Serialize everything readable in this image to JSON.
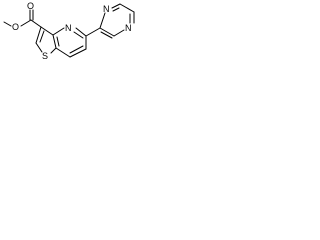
{
  "molecule": {
    "atoms": {
      "carbonyl_oxygen": "O",
      "ester_oxygen": "O",
      "thiophene_sulfur": "S",
      "pyridine_nitrogen": "N",
      "pyrazine_nitrogen_1": "N",
      "pyrazine_nitrogen_2": "N"
    },
    "colors": {
      "bond": "#000000",
      "label": "#000000",
      "background": "#ffffff"
    }
  }
}
